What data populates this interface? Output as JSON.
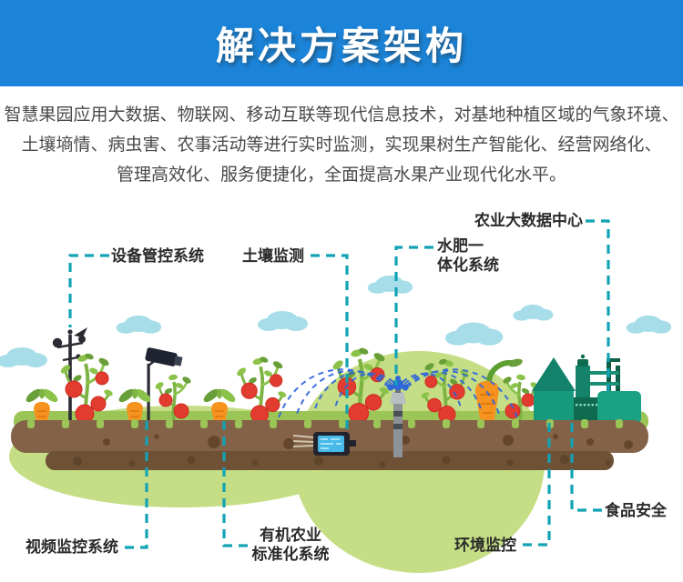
{
  "header": {
    "title": "解决方案架构",
    "bg_color": "#1b84d8"
  },
  "description": {
    "lines": [
      "智慧果园应用大数据、物联网、移动互联等现代信息技术，对基地种植区域的气象环境、",
      "土壤墒情、病虫害、农事活动等进行实时监测，实现果树生产智能化、经营网络化、",
      "管理高效化、服务便捷化，全面提高水果产业现代化水平。"
    ],
    "text_color": "#4a4a4a"
  },
  "diagram": {
    "connector_color": "#12a3b4",
    "labels": {
      "equipment": "设备管控系统",
      "soil": "土壤监测",
      "water_fert": "水肥一\n体化系统",
      "big_data": "农业大数据中心",
      "video": "视频监控系统",
      "organic": "有机农业\n标准化系统",
      "environment": "环境监控",
      "food_safety": "食品安全"
    },
    "icons": [
      "weather-station-icon",
      "cctv-camera-icon",
      "soil-sensor-icon",
      "sprinkler-icon",
      "factory-icon",
      "tomato-plant-icon",
      "carrot-icon",
      "cloud-icon",
      "soil-icon",
      "hill-icon"
    ],
    "scene_colors": {
      "cloud": "#a6dde9",
      "hill": "#c5de85",
      "grass": "#9cc558",
      "soil_top": "#836247",
      "soil_bottom": "#6f5136",
      "tomato": "#e23b30",
      "carrot": "#f6921e",
      "factory": "#17997d",
      "spray": "#2f66d8"
    }
  }
}
